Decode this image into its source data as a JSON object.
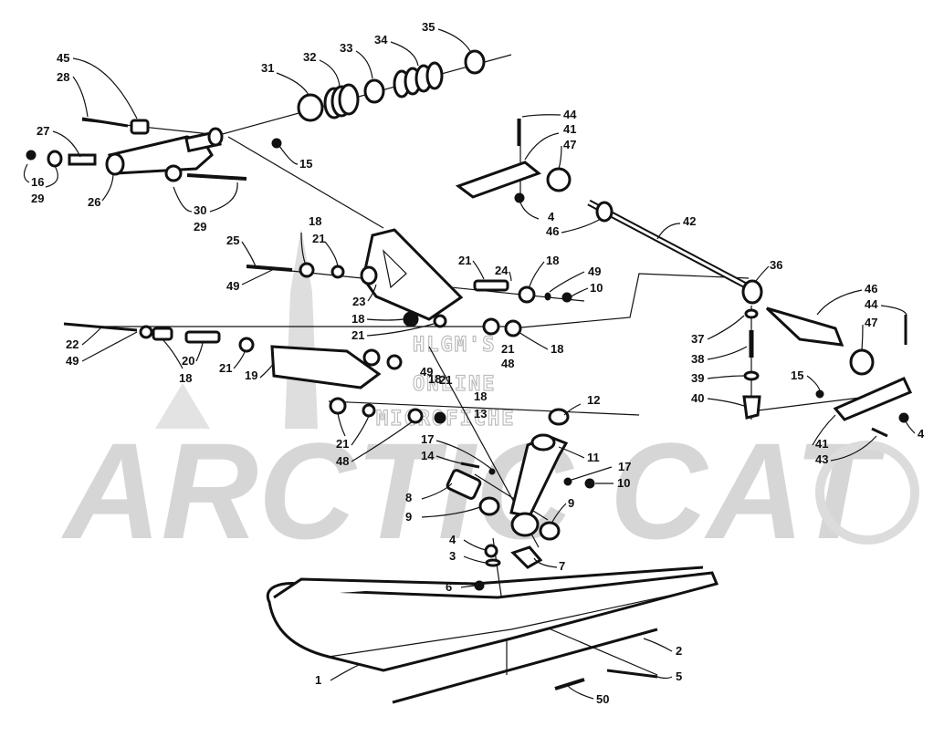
{
  "watermark": {
    "brand": "ARCTIC CAT",
    "line1": "HLGM'S",
    "line2": "ONLINE",
    "line3": "MICROFICHE"
  },
  "callouts": {
    "c1": "1",
    "c2": "2",
    "c3": "3",
    "c4a": "4",
    "c4b": "4",
    "c4c": "4",
    "c5": "5",
    "c6": "6",
    "c7": "7",
    "c8": "8",
    "c9a": "9",
    "c9b": "9",
    "c10a": "10",
    "c10b": "10",
    "c11": "11",
    "c12": "12",
    "c13": "13",
    "c14": "14",
    "c15a": "15",
    "c15b": "15",
    "c16": "16",
    "c17a": "17",
    "c17b": "17",
    "c18a": "18",
    "c18b": "18",
    "c18c": "18",
    "c18d": "18",
    "c18e": "18",
    "c18f": "18",
    "c18g": "18",
    "c19": "19",
    "c20": "20",
    "c21a": "21",
    "c21b": "21",
    "c21c": "21",
    "c21d": "21",
    "c21e": "21",
    "c21f": "21",
    "c21g": "21",
    "c22": "22",
    "c23": "23",
    "c24": "24",
    "c25": "25",
    "c26": "26",
    "c27": "27",
    "c28": "28",
    "c29a": "29",
    "c29b": "29",
    "c30": "30",
    "c31": "31",
    "c32": "32",
    "c33": "33",
    "c34": "34",
    "c35": "35",
    "c36": "36",
    "c37": "37",
    "c38": "38",
    "c39": "39",
    "c40": "40",
    "c41a": "41",
    "c41b": "41",
    "c42": "42",
    "c43": "43",
    "c44a": "44",
    "c44b": "44",
    "c45": "45",
    "c46a": "46",
    "c46b": "46",
    "c47a": "47",
    "c47b": "47",
    "c48a": "48",
    "c48b": "48",
    "c49a": "49",
    "c49b": "49",
    "c49c": "49",
    "c50": "50"
  }
}
